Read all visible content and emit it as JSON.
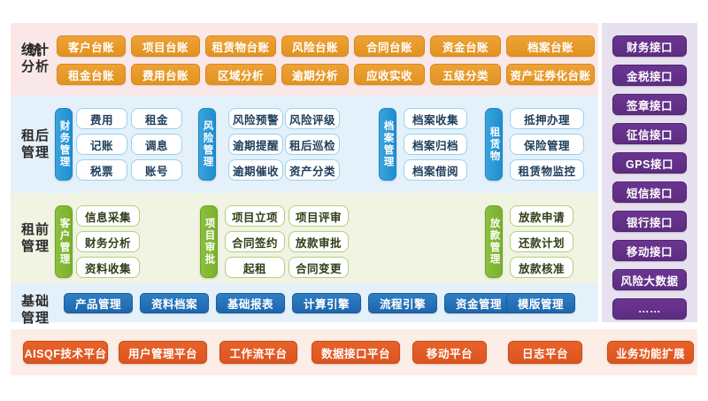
{
  "sections": {
    "statistics": {
      "label": "统计\n分析",
      "label_text": "统计分析",
      "bg": "#fae8e8",
      "accent": "#e2931f",
      "rows": [
        [
          "客户台账",
          "项目台账",
          "租赁物台账",
          "风险台账",
          "合同台账",
          "资金台账",
          "档案台账"
        ],
        [
          "租金台账",
          "费用台账",
          "区域分析",
          "逾期分析",
          "应收实收",
          "五级分类",
          "资产证券化台账"
        ]
      ]
    },
    "post_rental": {
      "label_text": "租后管理",
      "bg": "#e4f1fa",
      "accent": "#1f8ed0",
      "groups": [
        {
          "tab": "财务管理",
          "items": [
            "费用",
            "租金",
            "记账",
            "调息",
            "税票",
            "账号"
          ],
          "columns": 2
        },
        {
          "tab": "风险管理",
          "items": [
            "风险预警",
            "风险评级",
            "逾期提醒",
            "租后巡检",
            "逾期催收",
            "资产分类"
          ],
          "columns": 2
        },
        {
          "tab": "档案管理",
          "items": [
            "档案收集",
            "档案归档",
            "档案借阅"
          ],
          "columns": 1
        },
        {
          "tab": "租赁物",
          "items": [
            "抵押办理",
            "保险管理",
            "租赁物监控"
          ],
          "columns": 1
        }
      ]
    },
    "pre_rental": {
      "label_text": "租前管理",
      "bg": "#f1f3e3",
      "accent": "#79b02c",
      "groups": [
        {
          "tab": "客户管理",
          "items": [
            "信息采集",
            "财务分析",
            "资料收集"
          ],
          "columns": 1
        },
        {
          "tab": "项目审批",
          "items": [
            "项目立项",
            "项目评审",
            "合同签约",
            "放款审批",
            "起租",
            "合同变更"
          ],
          "columns": 2
        },
        {
          "tab": "放款管理",
          "items": [
            "放款申请",
            "还款计划",
            "放款核准"
          ],
          "columns": 1
        }
      ]
    },
    "base": {
      "label_text": "基础管理",
      "bg": "#e4f1fa",
      "accent": "#1e66ad",
      "items": [
        "产品管理",
        "资料档案",
        "基础报表",
        "计算引擎",
        "流程引擎",
        "资金管理",
        "模版管理"
      ]
    },
    "interfaces": {
      "bg": "#e7e1ef",
      "accent": "#5d2d81",
      "items": [
        "财务接口",
        "金税接口",
        "签章接口",
        "征信接口",
        "GPS接口",
        "短信接口",
        "银行接口",
        "移动接口",
        "风险大数据",
        "……"
      ]
    },
    "platforms": {
      "bg": "#fceee6",
      "accent": "#dc5520",
      "items": [
        "AISQF技术平台",
        "用户管理平台",
        "工作流平台",
        "数据接口平台",
        "移动平台",
        "日志平台",
        "业务功能扩展"
      ]
    }
  }
}
